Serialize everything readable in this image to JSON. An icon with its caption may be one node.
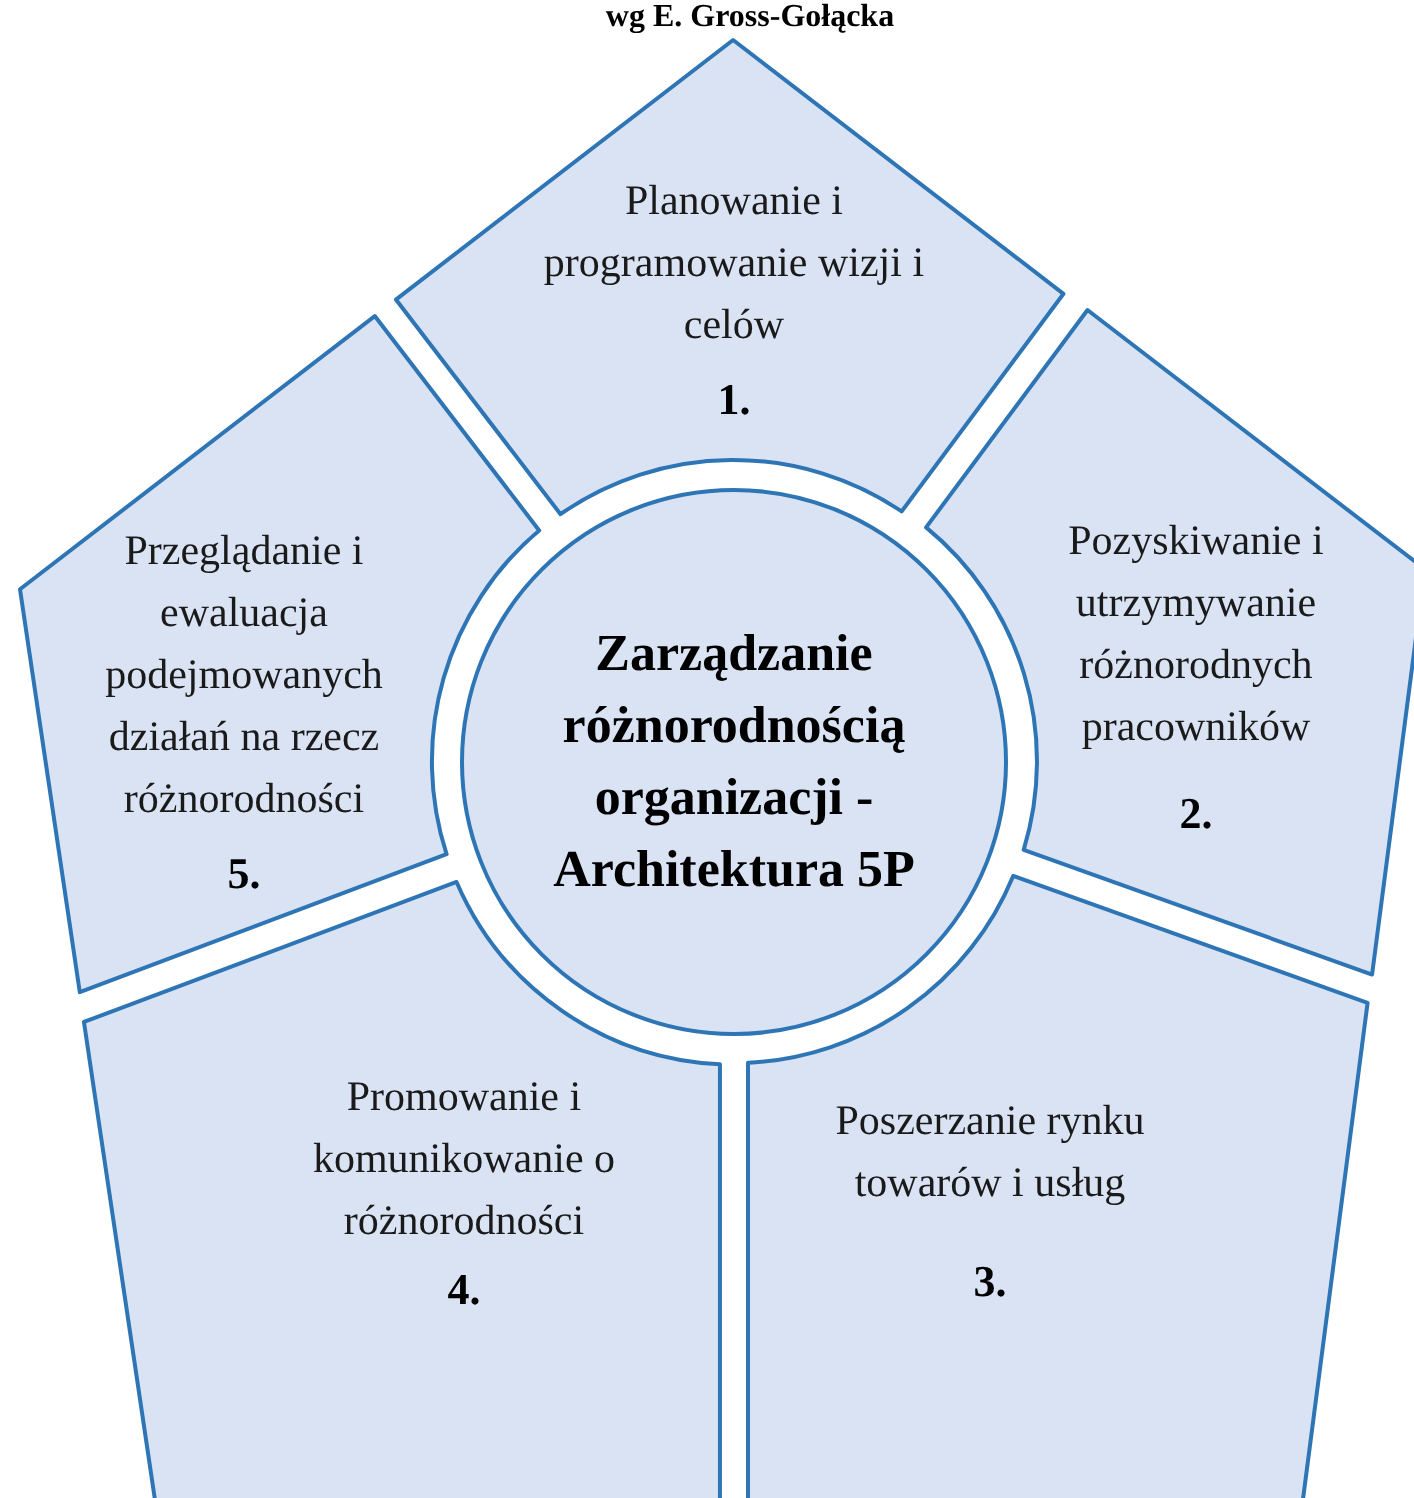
{
  "diagram": {
    "title": "wg E. Gross-Gołącka",
    "nodes": [
      {
        "text": [
          "Zarządzanie różnorodnością organizacji - Architektura 5P"
        ]
      },
      {
        "text": [
          "Planowanie i programowanie wizji i celów",
          "1."
        ]
      },
      {
        "text": [
          "Pozyskiwanie i utrzymywanie różnorodnych pracowników",
          "2."
        ]
      },
      {
        "text": [
          "Poszerzanie rynku towarów i usług",
          "3."
        ]
      },
      {
        "text": [
          "Promowanie i komunikowanie o różnorodności",
          "4."
        ]
      },
      {
        "text": [
          "Przeglądanie i ewaluacja podejmowanych działań na rzecz różnorodności",
          "5."
        ]
      }
    ],
    "edges": []
  }
}
